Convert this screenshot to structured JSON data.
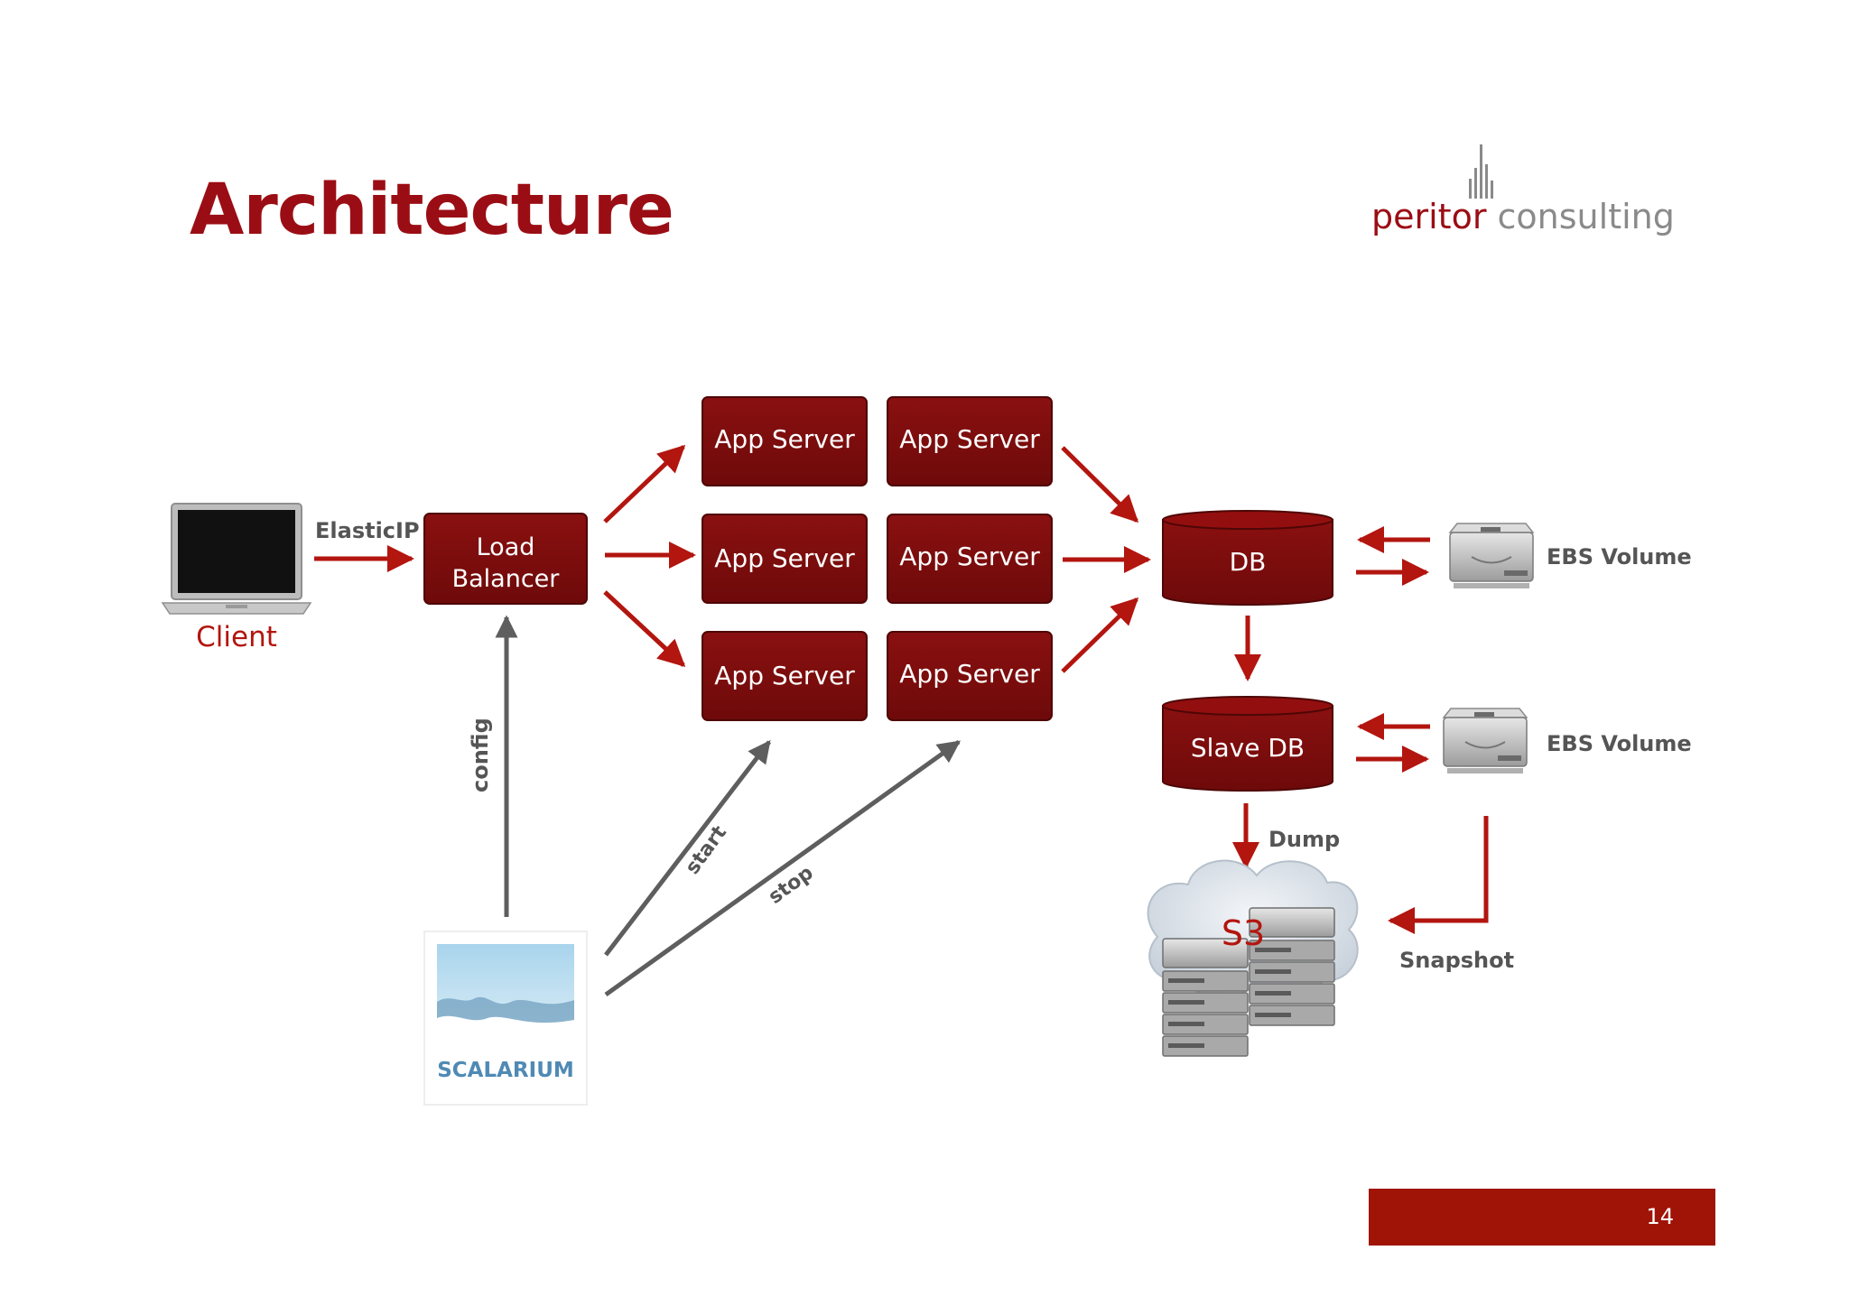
{
  "slide": {
    "title": "Architecture",
    "page_number": "14"
  },
  "logo": {
    "brand": "peritor",
    "suffix": " consulting"
  },
  "diagram": {
    "client_label": "Client",
    "elastic_ip_label": "ElasticIP",
    "load_balancer_line1": "Load",
    "load_balancer_line2": "Balancer",
    "app_servers": [
      "App Server",
      "App Server",
      "App Server",
      "App Server",
      "App Server",
      "App Server"
    ],
    "db_label": "DB",
    "slave_db_label": "Slave DB",
    "ebs_volume_labels": [
      "EBS Volume",
      "EBS Volume"
    ],
    "dump_label": "Dump",
    "snapshot_label": "Snapshot",
    "s3_label": "S3",
    "config_label": "config",
    "start_label": "start",
    "stop_label": "stop",
    "scalarium_label": "SCALARIUM"
  },
  "colors": {
    "accent": "#9b0d14",
    "box_fill": "#7d0c0c",
    "arrow_red": "#b3150f",
    "arrow_gray": "#5e5e5e",
    "page_bar": "#a01408"
  }
}
